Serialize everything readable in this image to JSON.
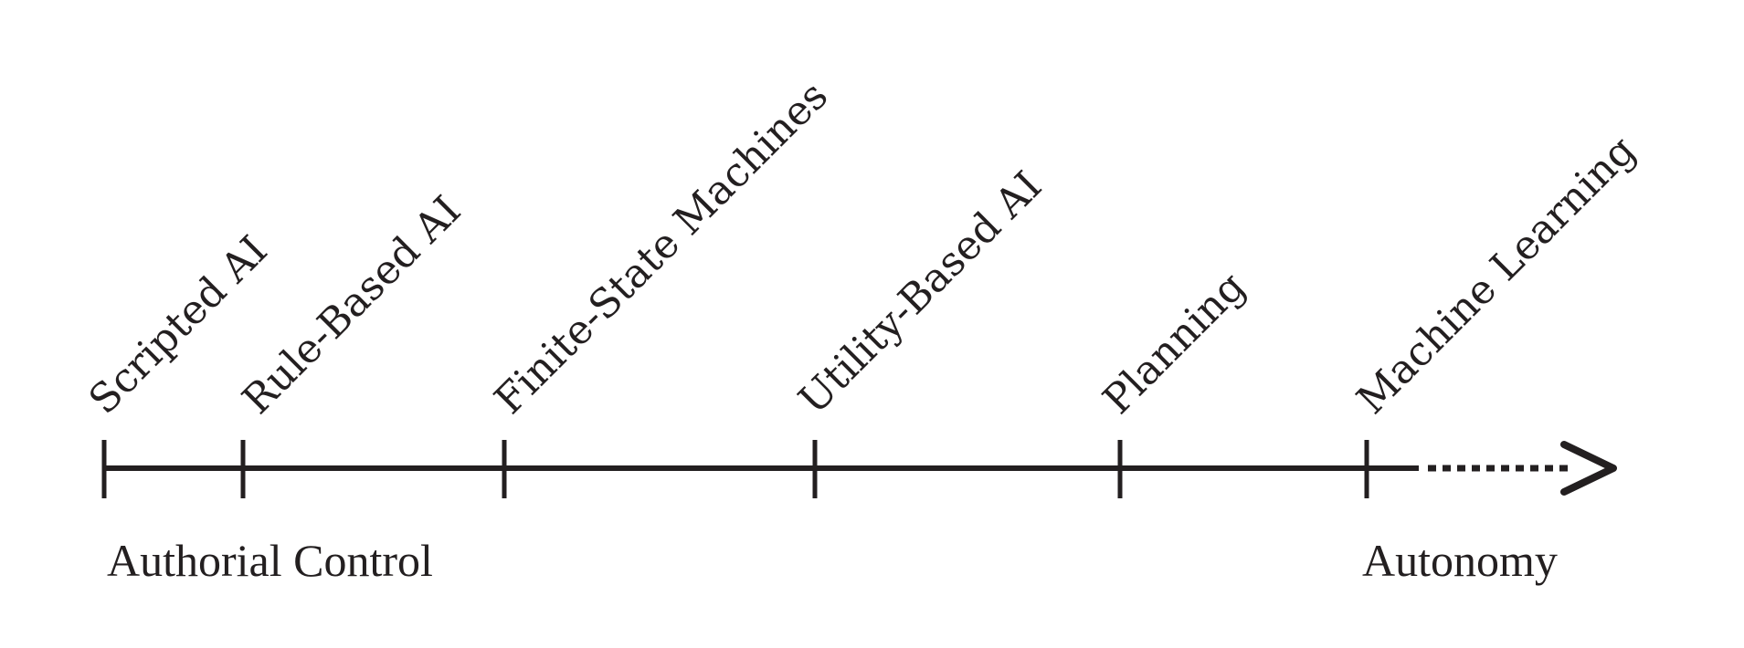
{
  "diagram": {
    "stages": [
      {
        "label": "Scripted AI"
      },
      {
        "label": "Rule-Based AI"
      },
      {
        "label": "Finite-State Machines"
      },
      {
        "label": "Utility-Based AI"
      },
      {
        "label": "Planning"
      },
      {
        "label": "Machine Learning"
      }
    ],
    "left_end_label": "Authorial Control",
    "right_end_label": "Autonomy",
    "color": "#231f20"
  }
}
